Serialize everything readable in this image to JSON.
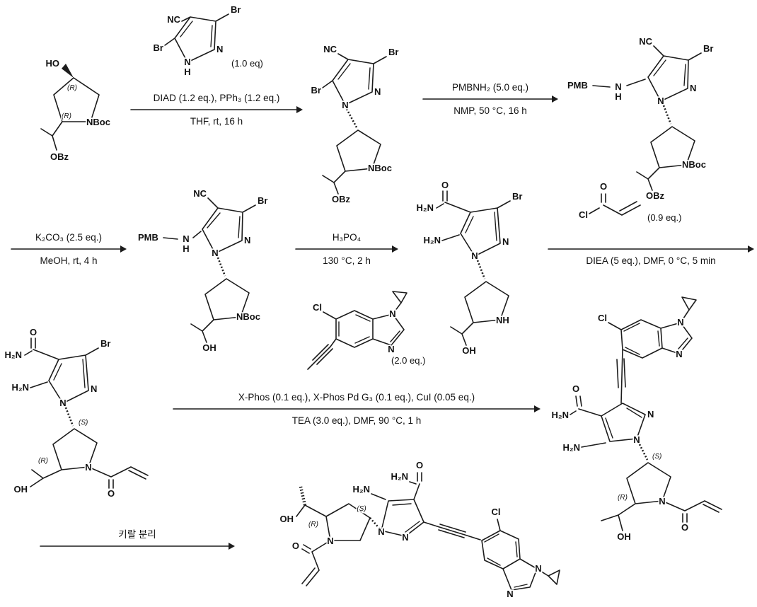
{
  "molecules": {
    "m1": {
      "ho": "HO",
      "stereo_top": "(R)",
      "stereo_bottom": "(R)",
      "n_ring": "NBoc",
      "ester": "OBz"
    },
    "r1": {
      "cn": "NC",
      "br_top": "Br",
      "br_left": "Br",
      "n1": "N",
      "n2": "N",
      "h": "H",
      "eq": "(1.0 eq)"
    },
    "m2": {
      "cn": "NC",
      "br_top": "Br",
      "br_left": "Br",
      "n1": "N",
      "n2": "N",
      "n_ring": "NBoc",
      "ester": "OBz"
    },
    "m3": {
      "cn": "NC",
      "br_top": "Br",
      "pmb": "PMB",
      "nh_n": "N",
      "nh_h": "H",
      "n1": "N",
      "n2": "N",
      "n_ring": "NBoc",
      "ester": "OBz"
    },
    "m4": {
      "cn": "NC",
      "br_top": "Br",
      "pmb": "PMB",
      "nh_n": "N",
      "nh_h": "H",
      "n1": "N",
      "n2": "N",
      "n_ring": "NBoc",
      "oh": "OH"
    },
    "m5": {
      "amide_o": "O",
      "amide_nh2": "H₂N",
      "br_top": "Br",
      "amine_nh2": "H₂N",
      "n1": "N",
      "n2": "N",
      "n_ring": "NH",
      "oh": "OH"
    },
    "r5": {
      "o": "O",
      "cl": "Cl",
      "eq": "(0.9 eq.)"
    },
    "m6": {
      "amide_o": "O",
      "amide_nh2": "H₂N",
      "br_top": "Br",
      "amine_nh2": "H₂N",
      "n1": "N",
      "n2": "N",
      "stereo_s": "(S)",
      "stereo_r": "(R)",
      "n_ring": "N",
      "acryl_o": "O",
      "oh": "OH"
    },
    "r6": {
      "cl": "Cl",
      "n_top": "N",
      "n_bottom": "N",
      "eq": "(2.0 eq.)"
    },
    "m7": {
      "cl": "Cl",
      "bi_n_top": "N",
      "bi_n_bottom": "N",
      "amide_o": "O",
      "amide_nh2": "H₂N",
      "amine_nh2": "H₂N",
      "n1": "N",
      "n2": "N",
      "stereo_s": "(S)",
      "stereo_r": "(R)",
      "n_ring": "N",
      "acryl_o": "O",
      "oh": "OH"
    },
    "m8": {
      "oh": "OH",
      "stereo_r": "(R)",
      "stereo_s": "(S)",
      "n_ring": "N",
      "acryl_o": "O",
      "amine_nh2": "H₂N",
      "amide_nh2": "H₂N",
      "amide_o": "O",
      "n1": "N",
      "n2": "N",
      "cl": "Cl",
      "bi_n_top": "N",
      "bi_n_bottom": "N"
    }
  },
  "arrows": {
    "a1": {
      "above": "DIAD (1.2 eq.), PPh₃ (1.2 eq.)",
      "below": "THF, rt, 16 h"
    },
    "a2": {
      "above": "PMBNH₂ (5.0 eq.)",
      "below": "NMP, 50 °C, 16 h"
    },
    "a3": {
      "above": "K₂CO₃ (2.5 eq.)",
      "below": "MeOH, rt, 4 h"
    },
    "a4": {
      "above": "H₃PO₄",
      "below": "130 °C, 2 h"
    },
    "a5": {
      "below": "DIEA (5 eq.), DMF, 0 °C, 5 min"
    },
    "a6": {
      "above": "X-Phos (0.1 eq.), X-Phos Pd G₃ (0.1 eq.), CuI (0.05 eq.)",
      "below": "TEA (3.0 eq.), DMF, 90 °C, 1 h"
    },
    "a7": {
      "above": "키랄 분리"
    }
  }
}
